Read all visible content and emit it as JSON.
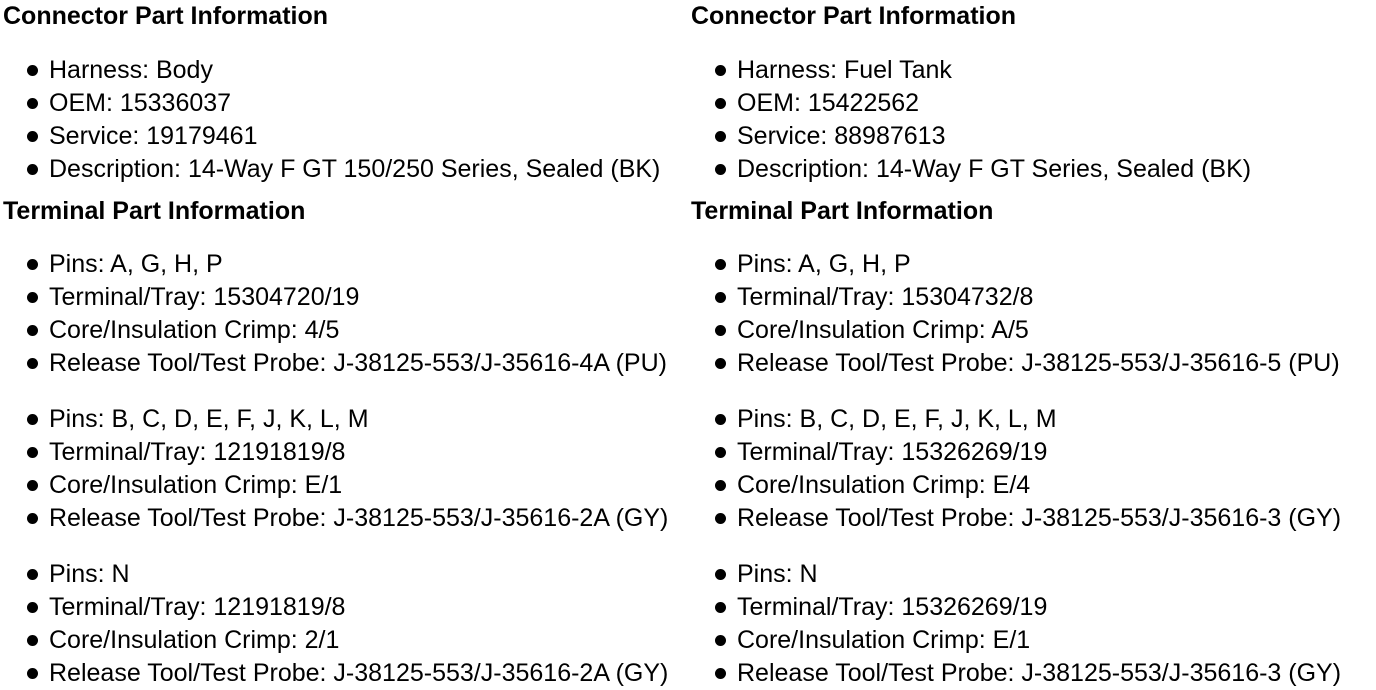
{
  "colors": {
    "text": "#000000",
    "background": "#ffffff",
    "bullet": "#000000"
  },
  "columns": [
    {
      "connector_heading": "Connector Part Information",
      "connector_items": [
        "Harness: Body",
        "OEM: 15336037",
        "Service: 19179461",
        "Description: 14-Way F GT 150/250 Series, Sealed (BK)"
      ],
      "terminal_heading": "Terminal Part Information",
      "terminal_groups": [
        [
          "Pins: A, G, H, P",
          "Terminal/Tray: 15304720/19",
          "Core/Insulation Crimp: 4/5",
          "Release Tool/Test Probe: J-38125-553/J-35616-4A (PU)"
        ],
        [
          "Pins: B, C, D, E, F, J, K, L, M",
          "Terminal/Tray: 12191819/8",
          "Core/Insulation Crimp: E/1",
          "Release Tool/Test Probe: J-38125-553/J-35616-2A (GY)"
        ],
        [
          "Pins: N",
          "Terminal/Tray: 12191819/8",
          "Core/Insulation Crimp: 2/1",
          "Release Tool/Test Probe: J-38125-553/J-35616-2A (GY)"
        ]
      ]
    },
    {
      "connector_heading": "Connector Part Information",
      "connector_items": [
        "Harness: Fuel Tank",
        "OEM: 15422562",
        "Service: 88987613",
        "Description: 14-Way F GT Series, Sealed (BK)"
      ],
      "terminal_heading": "Terminal Part Information",
      "terminal_groups": [
        [
          "Pins: A, G, H, P",
          "Terminal/Tray: 15304732/8",
          "Core/Insulation Crimp: A/5",
          "Release Tool/Test Probe: J-38125-553/J-35616-5 (PU)"
        ],
        [
          "Pins: B, C, D, E, F, J, K, L, M",
          "Terminal/Tray: 15326269/19",
          "Core/Insulation Crimp: E/4",
          "Release Tool/Test Probe: J-38125-553/J-35616-3 (GY)"
        ],
        [
          "Pins: N",
          "Terminal/Tray: 15326269/19",
          "Core/Insulation Crimp: E/1",
          "Release Tool/Test Probe: J-38125-553/J-35616-3 (GY)"
        ]
      ]
    }
  ]
}
